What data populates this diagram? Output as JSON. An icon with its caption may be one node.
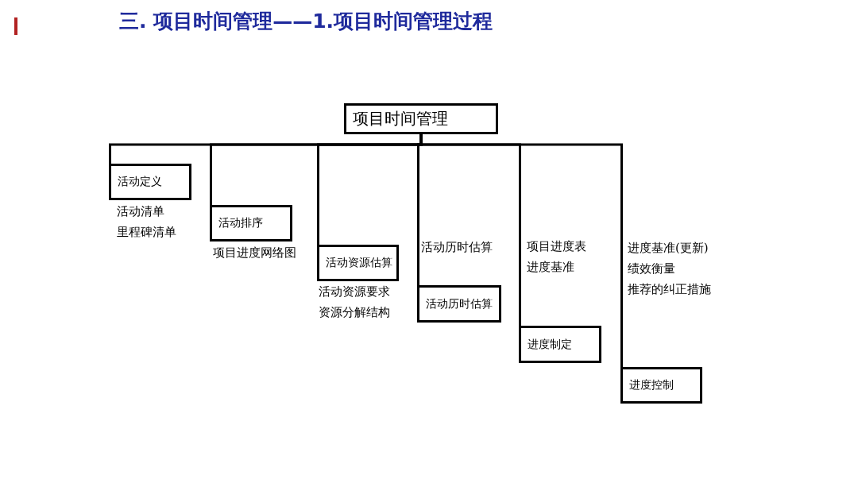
{
  "diagram": {
    "title": "三. 项目时间管理——1.项目时间管理过程",
    "nodes": [
      {
        "text": [
          "项目时间管理"
        ]
      },
      {
        "text": [
          "活动定义"
        ],
        "beside": [
          "活动清单",
          "里程碑清单"
        ]
      },
      {
        "text": [
          "活动排序"
        ],
        "beside": [
          "项目进度网络图"
        ]
      },
      {
        "text": [
          "活动资源估算"
        ],
        "beside": [
          "活动资源要求",
          "资源分解结构"
        ]
      },
      {
        "text": [
          "活动历时估算"
        ],
        "beside": [
          "活动历时估算"
        ]
      },
      {
        "text": [
          "进度制定"
        ],
        "beside": [
          "项目进度表",
          "进度基准"
        ]
      },
      {
        "text": [
          "进度控制"
        ],
        "beside": [
          "进度基准(更新)",
          "绩效衡量",
          "推荐的纠正措施"
        ]
      }
    ],
    "edges": [
      {
        "from": 0,
        "to": 1,
        "arrow": "none"
      },
      {
        "from": 0,
        "to": 2,
        "arrow": "none"
      },
      {
        "from": 0,
        "to": 3,
        "arrow": "none"
      },
      {
        "from": 0,
        "to": 4,
        "arrow": "none"
      },
      {
        "from": 0,
        "to": 5,
        "arrow": "none"
      },
      {
        "from": 0,
        "to": 6,
        "arrow": "none"
      }
    ]
  }
}
